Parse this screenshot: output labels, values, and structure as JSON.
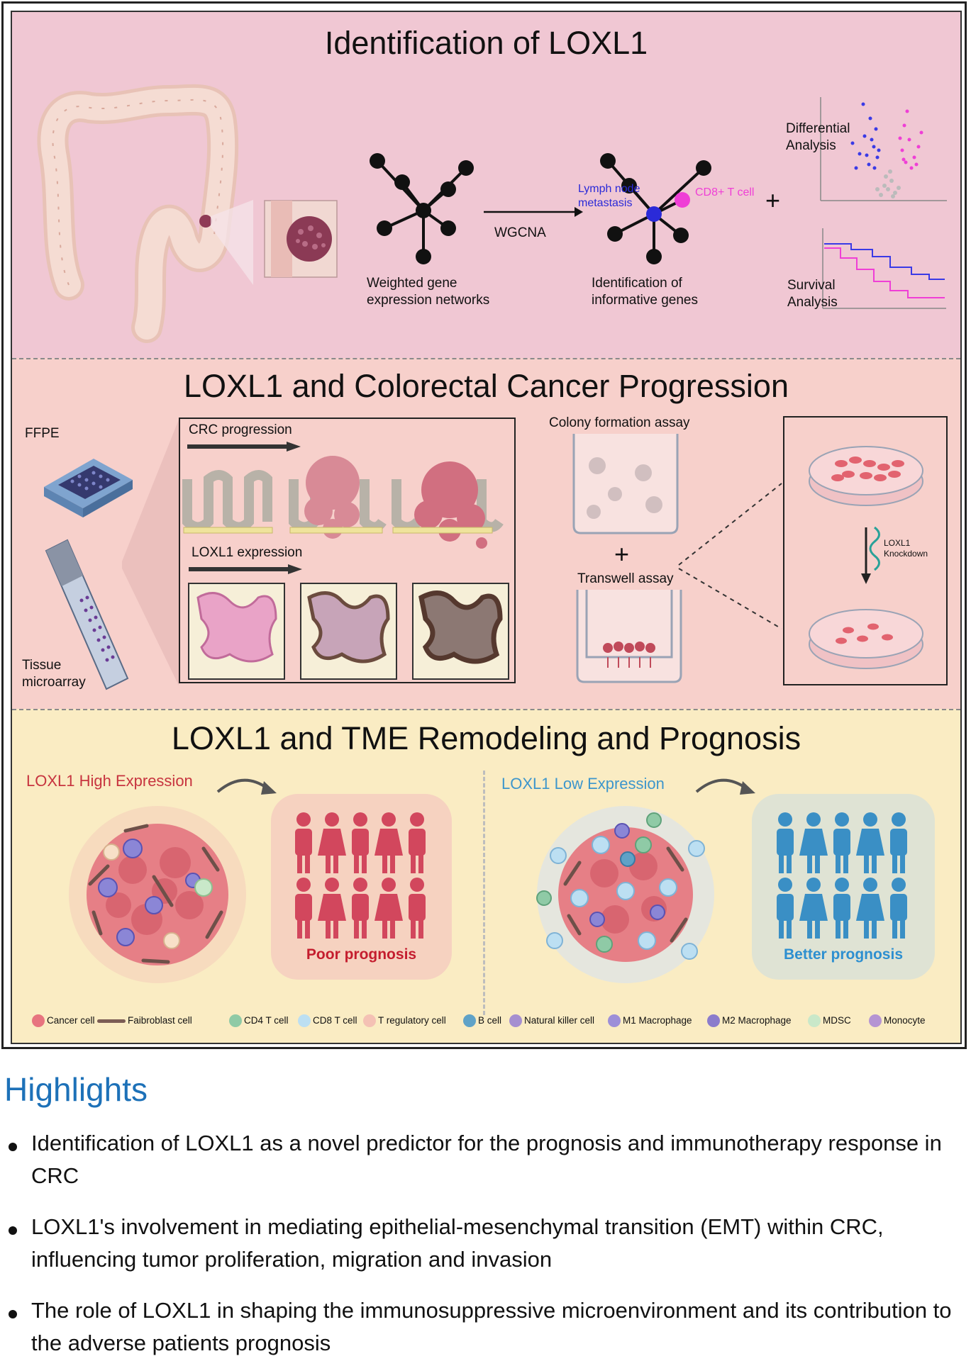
{
  "panel1": {
    "title": "Identification of LOXL1",
    "wgcna": "WGCNA",
    "network_caption": "Weighted gene expression networks",
    "lymph_node": "Lymph node metastasis",
    "cd8": "CD8+ T cell",
    "informative_caption": "Identification of informative genes",
    "plus": "+",
    "differential": "Differential Analysis",
    "survival": "Survival Analysis"
  },
  "panel2": {
    "title": "LOXL1 and Colorectal Cancer Progression",
    "ffpe": "FFPE",
    "tissue_microarray": "Tissue microarray",
    "crc_progression": "CRC progression",
    "loxl1_expression": "LOXL1 expression",
    "colony_assay": "Colony formation assay",
    "plus": "+",
    "transwell_assay": "Transwell assay",
    "knockdown": "LOXL1 Knockdown"
  },
  "panel3": {
    "title": "LOXL1 and TME Remodeling and Prognosis",
    "high_label": "LOXL1 High Expression",
    "low_label": "LOXL1 Low Expression",
    "poor": "Poor prognosis",
    "better": "Better prognosis",
    "legend": [
      {
        "label": "Cancer cell",
        "color": "#e7747f"
      },
      {
        "label": "Faibroblast cell",
        "color": "#7b5d55"
      },
      {
        "label": "CD4 T cell",
        "color": "#8fcaa6"
      },
      {
        "label": "CD8 T cell",
        "color": "#bcdff2"
      },
      {
        "label": "T regulatory cell",
        "color": "#f4c1b4"
      },
      {
        "label": "B cell",
        "color": "#5fa2c7"
      },
      {
        "label": "Natural killer cell",
        "color": "#a58fd0"
      },
      {
        "label": "M1 Macrophage",
        "color": "#9d8fd8"
      },
      {
        "label": "M2 Macrophage",
        "color": "#8b7ccc"
      },
      {
        "label": "MDSC",
        "color": "#c9e8c9"
      },
      {
        "label": "Monocyte",
        "color": "#b594d3"
      }
    ],
    "colors": {
      "high": "#c7343f",
      "low": "#3d96cc",
      "poor_person": "#d2475d",
      "better_person": "#3a8fc5"
    }
  },
  "highlights": {
    "title": "Highlights",
    "items": [
      "Identification of LOXL1 as a novel predictor for the prognosis and immunotherapy response in CRC",
      "LOXL1's involvement in mediating epithelial-mesenchymal transition (EMT) within CRC, influencing tumor proliferation, migration and invasion",
      "The role of LOXL1 in shaping the immunosuppressive microenvironment and  its contribution to the adverse patients prognosis"
    ]
  }
}
